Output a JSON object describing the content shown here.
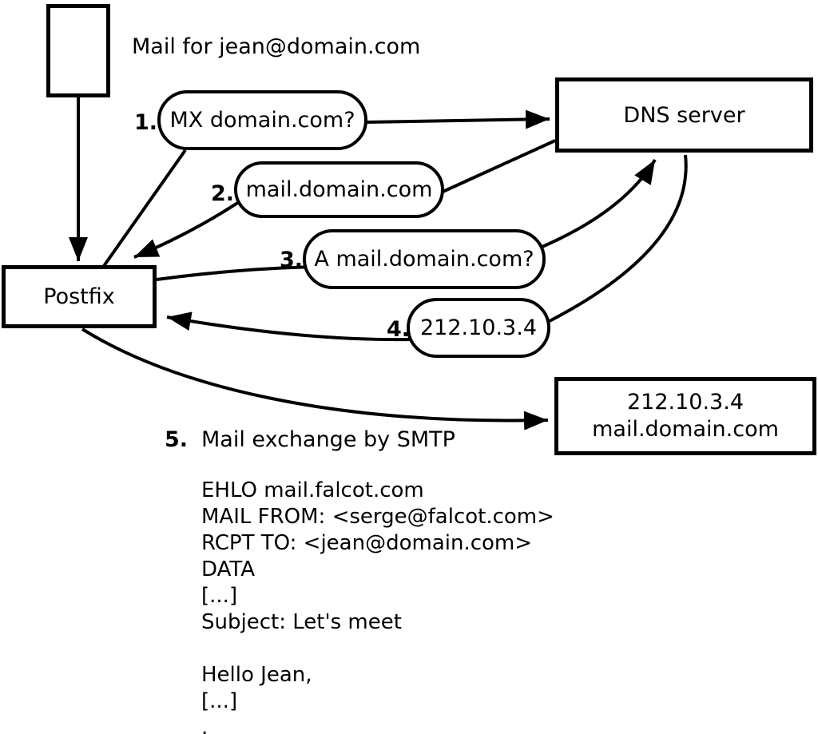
{
  "diagram": {
    "title": "Mail for jean@domain.com",
    "nodes": {
      "postfix": {
        "label": "Postfix"
      },
      "dns": {
        "label": "DNS server"
      },
      "target": {
        "line1": "212.10.3.4",
        "line2": "mail.domain.com"
      }
    },
    "steps": [
      {
        "num": "1.",
        "label": "MX domain.com?"
      },
      {
        "num": "2.",
        "label": "mail.domain.com"
      },
      {
        "num": "3.",
        "label": "A mail.domain.com?"
      },
      {
        "num": "4.",
        "label": "212.10.3.4"
      },
      {
        "num": "5.",
        "label": "Mail exchange by SMTP"
      }
    ],
    "smtp_session": [
      "EHLO mail.falcot.com",
      "MAIL FROM: <serge@falcot.com>",
      "RCPT TO: <jean@domain.com>",
      "DATA",
      "[...]",
      "Subject: Let's meet",
      "",
      "Hello Jean,",
      "[...]",
      "."
    ]
  },
  "colors": {
    "stroke": "#000000",
    "background": "#ffffff"
  }
}
